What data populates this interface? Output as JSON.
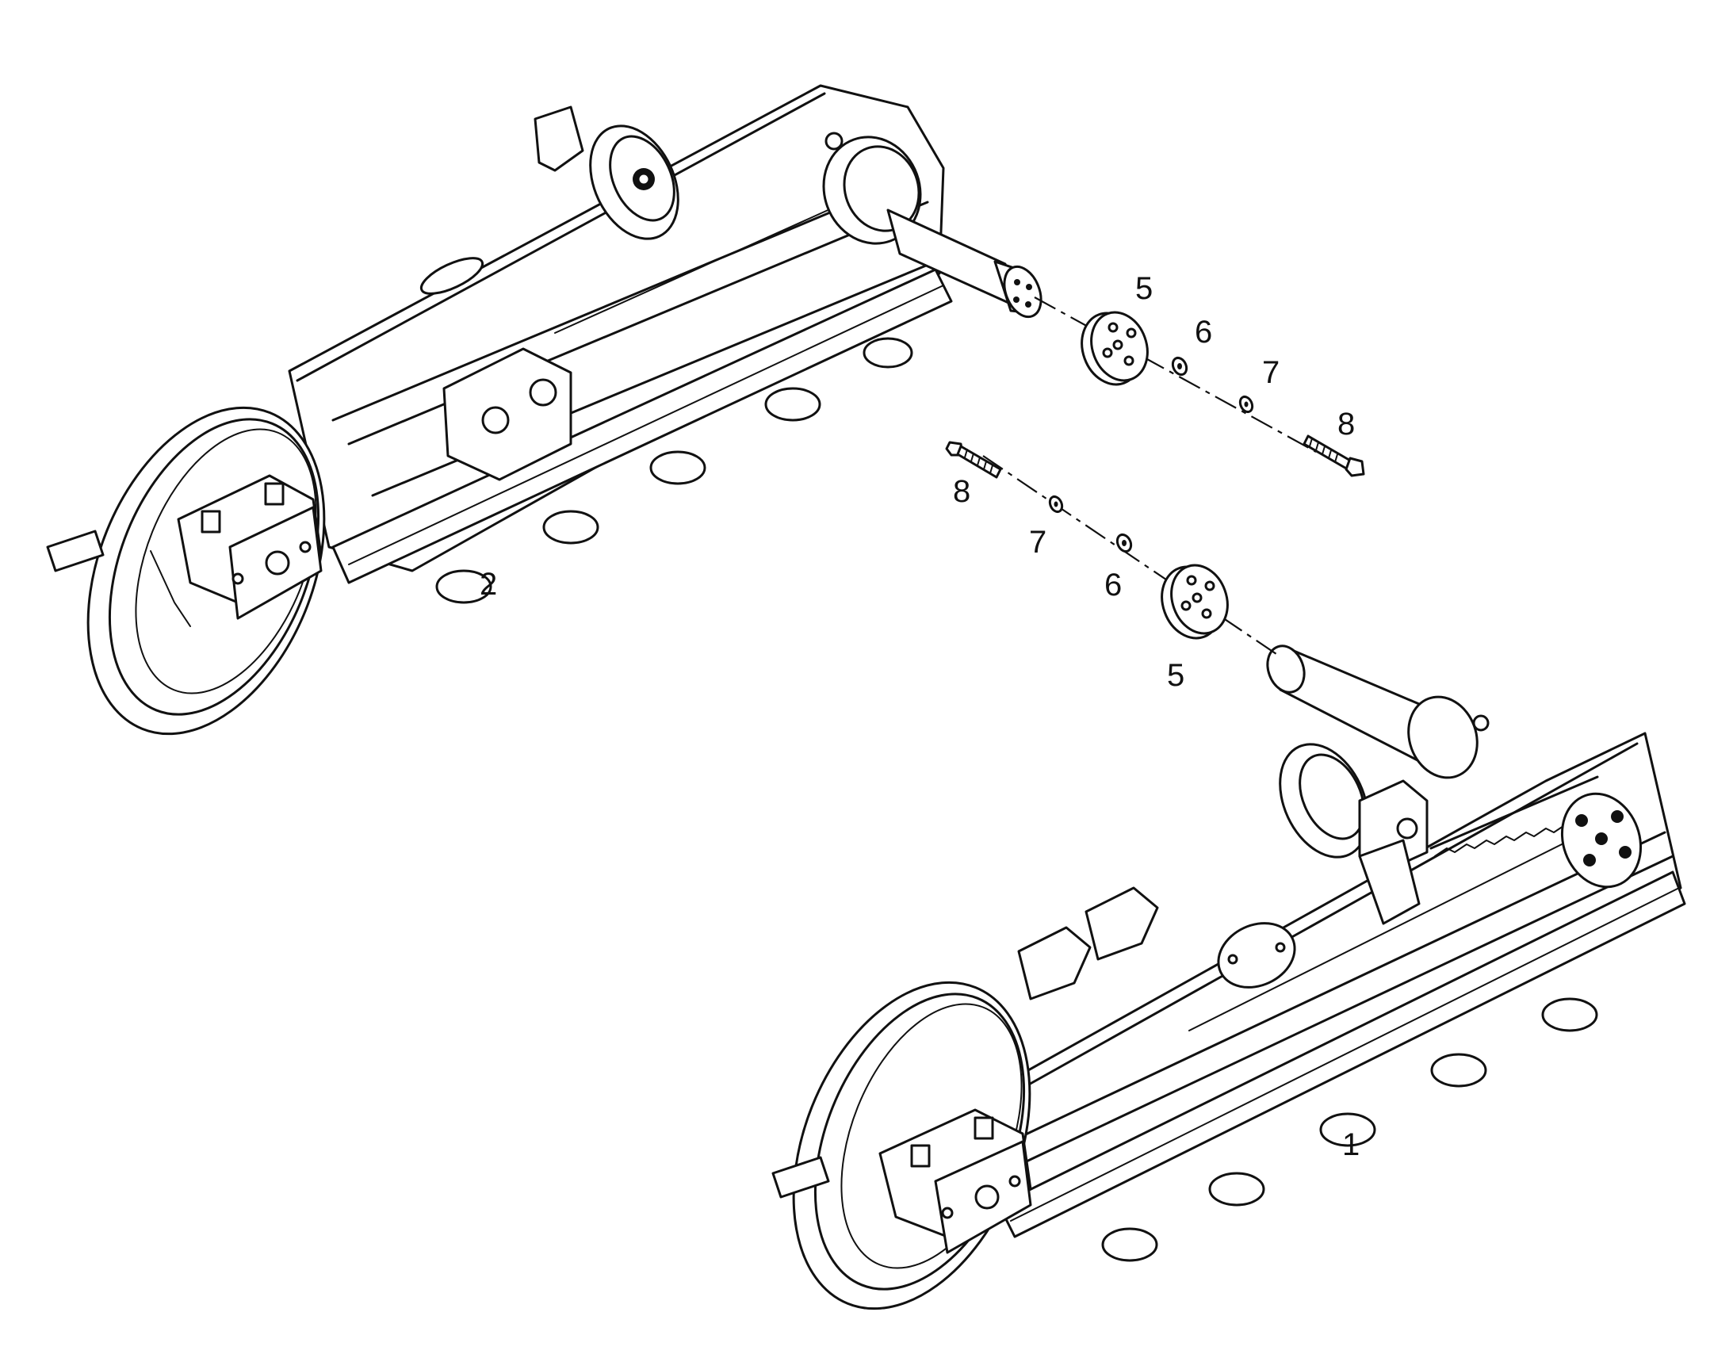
{
  "callouts": [
    {
      "id": "c5a",
      "text": "5"
    },
    {
      "id": "c6a",
      "text": "6"
    },
    {
      "id": "c7a",
      "text": "7"
    },
    {
      "id": "c8a",
      "text": "8"
    },
    {
      "id": "c8b",
      "text": "8"
    },
    {
      "id": "c7b",
      "text": "7"
    },
    {
      "id": "c6b",
      "text": "6"
    },
    {
      "id": "c5b",
      "text": "5"
    },
    {
      "id": "c2",
      "text": "2"
    },
    {
      "id": "c1",
      "text": "1"
    }
  ],
  "icons": [
    "track-frame-2-drawing",
    "track-frame-1-drawing",
    "axle-pin-icon",
    "end-plate-icon",
    "washer-icon",
    "bolt-icon"
  ]
}
